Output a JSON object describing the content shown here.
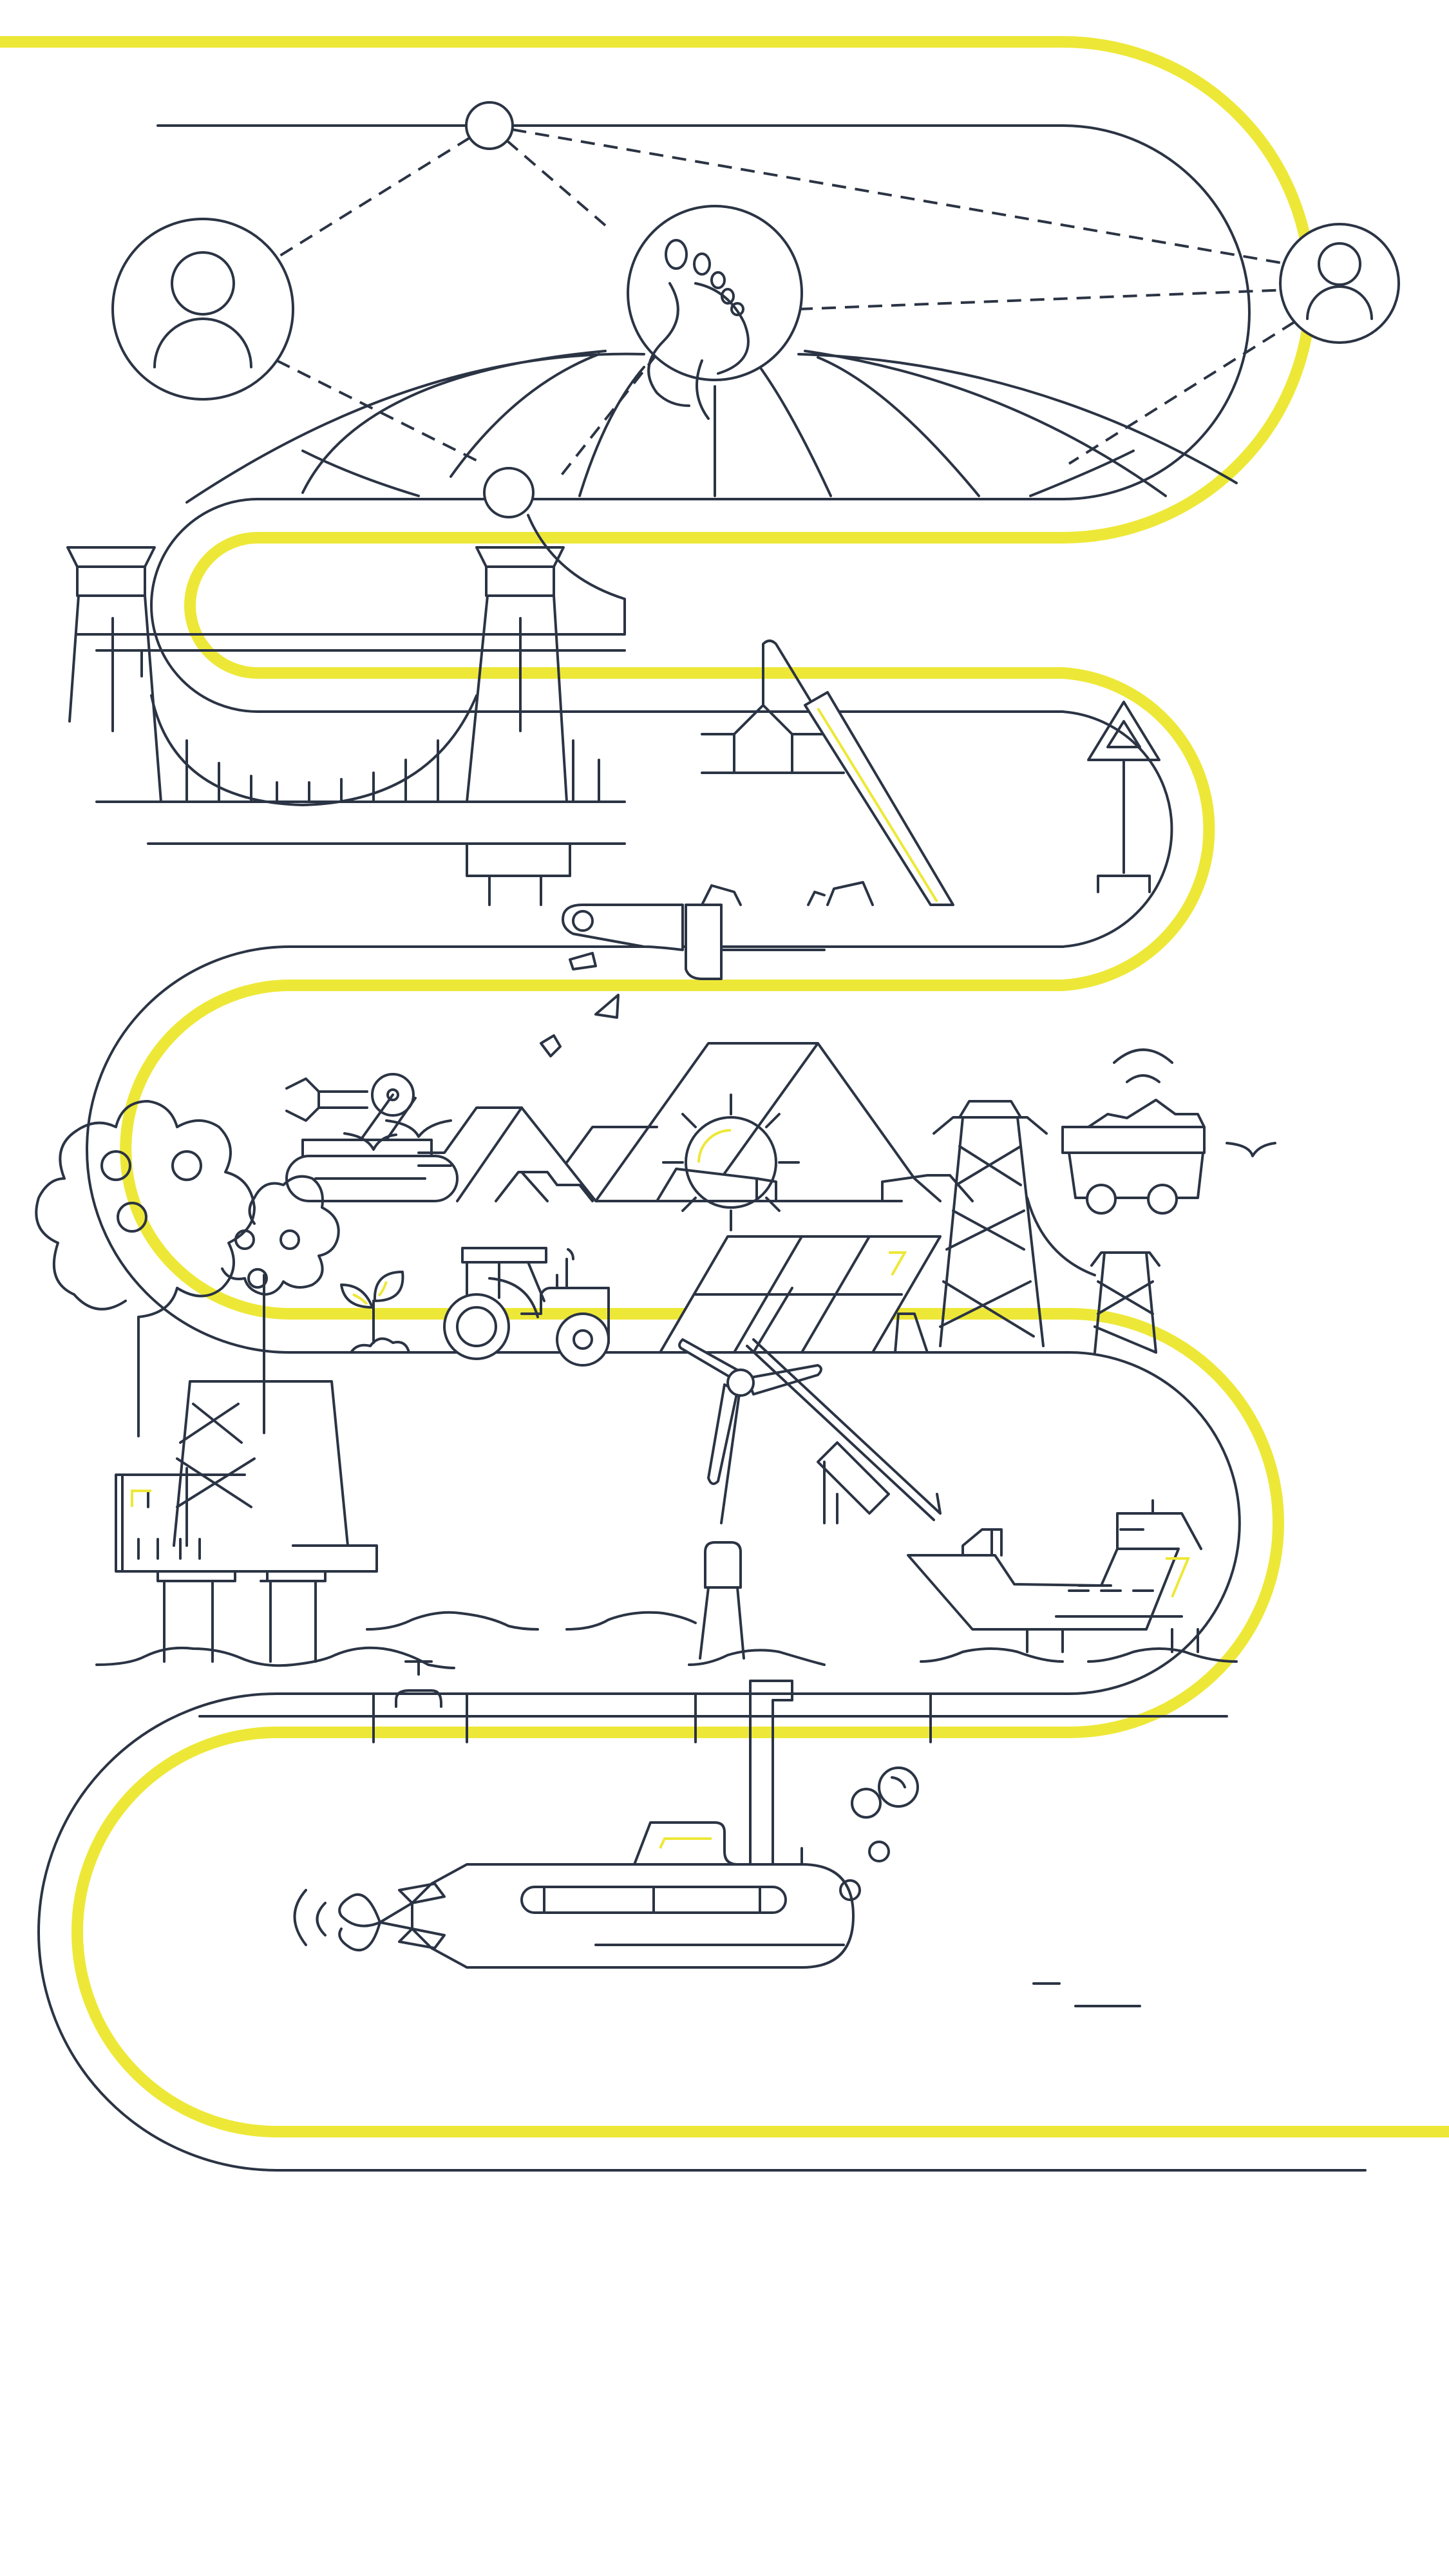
{
  "colors": {
    "line": "#2b3444",
    "accent": "#ede837",
    "background": "#ffffff"
  },
  "scenes": [
    {
      "name": "people-network",
      "icons": [
        "person-icon",
        "footprint-icon",
        "globe-icon"
      ]
    },
    {
      "name": "power-plant",
      "icons": [
        "cooling-tower-icon",
        "bridge-icon",
        "crane-icon"
      ]
    },
    {
      "name": "mining",
      "icons": [
        "excavator-icon",
        "conveyor-icon",
        "cart-icon",
        "warning-sign-icon"
      ]
    },
    {
      "name": "renewables",
      "icons": [
        "sun-icon",
        "tree-icon",
        "bird-icon",
        "solar-panel-icon",
        "wind-turbine-icon",
        "oil-derrick-icon",
        "tractor-icon",
        "sprout-icon"
      ]
    },
    {
      "name": "offshore",
      "icons": [
        "oil-platform-icon",
        "buoy-icon",
        "ship-icon",
        "wave-icon"
      ]
    },
    {
      "name": "underwater",
      "icons": [
        "submarine-icon",
        "bubble-icon",
        "periscope-icon"
      ]
    }
  ]
}
